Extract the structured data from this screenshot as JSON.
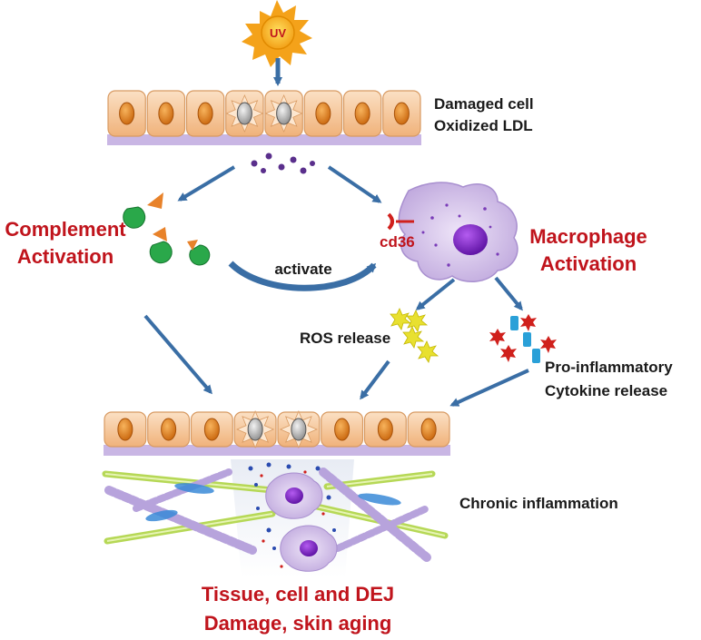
{
  "sun": {
    "label": "UV"
  },
  "top_labels": {
    "line1": "Damaged cell",
    "line2": "Oxidized LDL"
  },
  "complement": {
    "line1": "Complement",
    "line2": "Activation"
  },
  "macrophage": {
    "line1": "Macrophage",
    "line2": "Activation",
    "receptor": "cd36"
  },
  "activate": "activate",
  "ros": "ROS release",
  "cytokine": {
    "line1": "Pro-inflammatory",
    "line2": "Cytokine release"
  },
  "chronic": "Chronic inflammation",
  "outcome": {
    "line1": "Tissue, cell and DEJ",
    "line2": "Damage, skin aging"
  },
  "colors": {
    "cell_fill": "#f6c79a",
    "nucleus": "#e0801a",
    "membrane": "#c9b6e4",
    "arrow": "#3a6ea5",
    "macrophage": "#d8c8ec",
    "macrophage_nucleus": "#7a1fc8",
    "title_red": "#c0141c",
    "complement_green": "#2aa84a",
    "complement_orange": "#e8822a"
  }
}
